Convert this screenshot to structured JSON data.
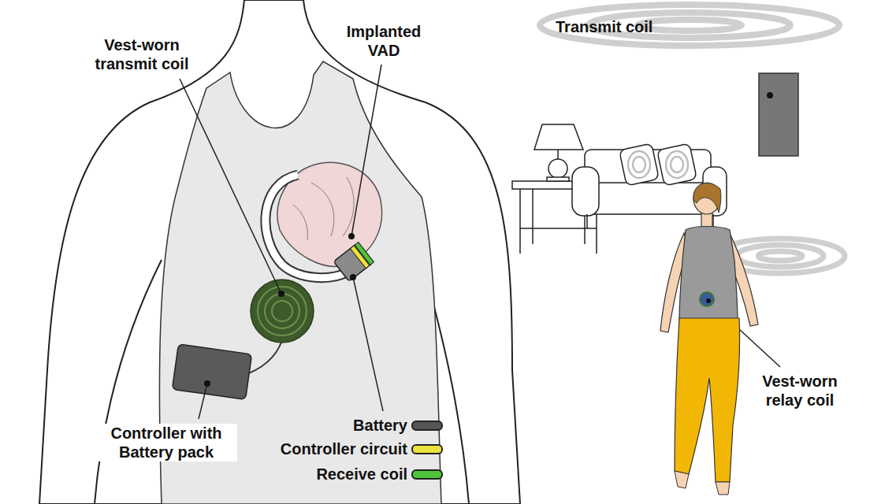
{
  "diagram": {
    "labels": [
      "Vest-worn transmit coil",
      "Implanted VAD",
      "Transmit coil",
      "Vest-worn relay coil",
      "Controller with Battery pack"
    ],
    "legend": [
      {
        "text": "Battery",
        "color": "#555555"
      },
      {
        "text": "Controller circuit",
        "color": "#ece23c"
      },
      {
        "text": "Receive coil",
        "color": "#4fc33a"
      }
    ]
  }
}
